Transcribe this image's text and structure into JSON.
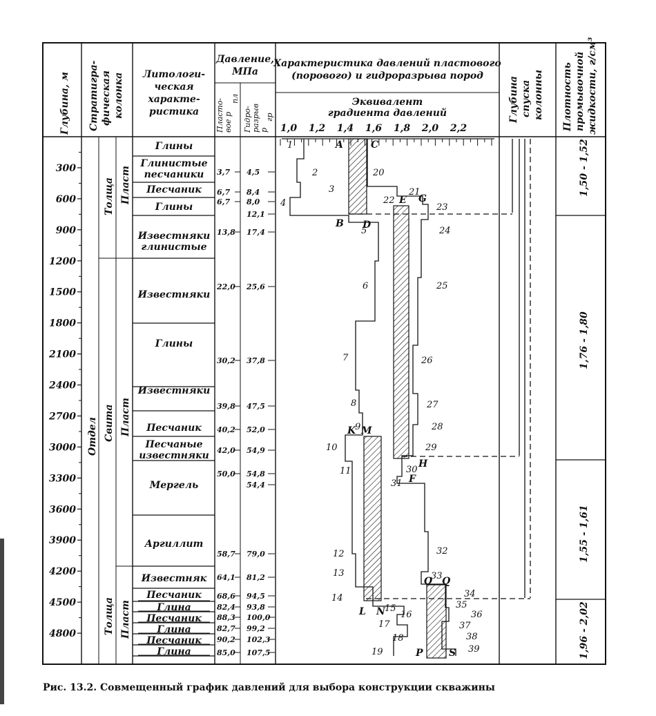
{
  "headers": {
    "depth": "Глубина, м",
    "strat": [
      "Стратигра-",
      "фическая",
      "колонка"
    ],
    "lith": [
      "Литологи-",
      "ческая",
      "характе-",
      "ристика"
    ],
    "pressure": [
      "Давление,",
      "МПа"
    ],
    "p_layer": [
      "Пласто-",
      "вое p",
      "пл"
    ],
    "p_frac": [
      "Гидро-",
      "разрыв",
      "p",
      "гр"
    ],
    "char": [
      "Характеристика давлений пластового",
      "(порового) и гидроразрыва пород"
    ],
    "equiv": [
      "Эквивалент",
      "градиента давлений"
    ],
    "casing": [
      "Глубина",
      "спуска",
      "колонны"
    ],
    "density": [
      "Плотность",
      "промывочной",
      "жидкости, г/см³"
    ]
  },
  "chart_data": {
    "type": "diagram",
    "depth_axis": {
      "min": 0,
      "max": 5100,
      "labels": [
        300,
        600,
        900,
        1200,
        1500,
        1800,
        2100,
        2400,
        2700,
        3000,
        3300,
        3600,
        3900,
        4200,
        4500,
        4800
      ]
    },
    "gradient_axis": {
      "labels": [
        "1,0",
        "1,2",
        "1,4",
        "1,6",
        "1,8",
        "2,0",
        "2,2"
      ]
    },
    "strat_labels": {
      "otdel": "Отдел",
      "svita": "Свита",
      "tolscha_top": "Толща",
      "plast_top": "Пласт",
      "plast_mid": "Пласт",
      "tolscha_bottom": "Толща",
      "plast_bottom": "Пласт"
    },
    "layers": [
      {
        "name": "Глины",
        "p_pl": "",
        "p_gr": ""
      },
      {
        "name": "Глинистые песчаники",
        "p_pl": "3,7",
        "p_gr": "4,5"
      },
      {
        "name": "Песчаник",
        "p_pl": "6,7",
        "p_gr": "8,4"
      },
      {
        "name": "Глины",
        "p_pl": "6,7",
        "p_gr": "8,0"
      },
      {
        "name": "",
        "p_pl": "",
        "p_gr": "12,1"
      },
      {
        "name": "Известняки глинистые",
        "p_pl": "13,8",
        "p_gr": "17,4"
      },
      {
        "name": "Известняки",
        "p_pl": "22,0",
        "p_gr": "25,6"
      },
      {
        "name": "Глины",
        "p_pl": "",
        "p_gr": ""
      },
      {
        "name": "",
        "p_pl": "30,2",
        "p_gr": "37,8"
      },
      {
        "name": "Известняки",
        "p_pl": "39,8",
        "p_gr": "47,5"
      },
      {
        "name": "Песчаник",
        "p_pl": "40,2",
        "p_gr": "52,0"
      },
      {
        "name": "Песчаные известняки",
        "p_pl": "42,0",
        "p_gr": "54,9"
      },
      {
        "name": "Мергель",
        "p_pl": "50,0",
        "p_gr": "54,8"
      },
      {
        "name": "",
        "p_pl": "",
        "p_gr": "54,4"
      },
      {
        "name": "Аргиллит",
        "p_pl": "58,7",
        "p_gr": "79,0"
      },
      {
        "name": "Известняк",
        "p_pl": "64,1",
        "p_gr": "81,2"
      },
      {
        "name": "Песчаник",
        "p_pl": "68,6",
        "p_gr": "94,5"
      },
      {
        "name": "Глина",
        "p_pl": "82,4",
        "p_gr": "93,8"
      },
      {
        "name": "Песчаник",
        "p_pl": "88,3",
        "p_gr": "100,0"
      },
      {
        "name": "Глина",
        "p_pl": "82,7",
        "p_gr": "99,2"
      },
      {
        "name": "Песчаник",
        "p_pl": "90,2",
        "p_gr": "102,3"
      },
      {
        "name": "Глина",
        "p_pl": "85,0",
        "p_gr": "107,5"
      }
    ],
    "densities": [
      "1,50 - 1,52",
      "1,76 - 1,80",
      "1,55 - 1,61",
      "1,96 - 2,02"
    ],
    "point_letters": [
      "A",
      "B",
      "C",
      "D",
      "E",
      "F",
      "G",
      "H",
      "K",
      "M",
      "L",
      "N",
      "O",
      "Q",
      "P",
      "S"
    ],
    "curve_numbers": [
      "1",
      "2",
      "3",
      "4",
      "5",
      "6",
      "7",
      "8",
      "9",
      "10",
      "11",
      "12",
      "13",
      "14",
      "15",
      "16",
      "17",
      "18",
      "19",
      "20",
      "21",
      "22",
      "23",
      "24",
      "25",
      "26",
      "27",
      "28",
      "29",
      "30",
      "31",
      "32",
      "33",
      "34",
      "35",
      "36",
      "37",
      "38",
      "39"
    ]
  },
  "caption": "Рис. 13.2. Совмещенный график давлений для выбора конструкции скважины"
}
